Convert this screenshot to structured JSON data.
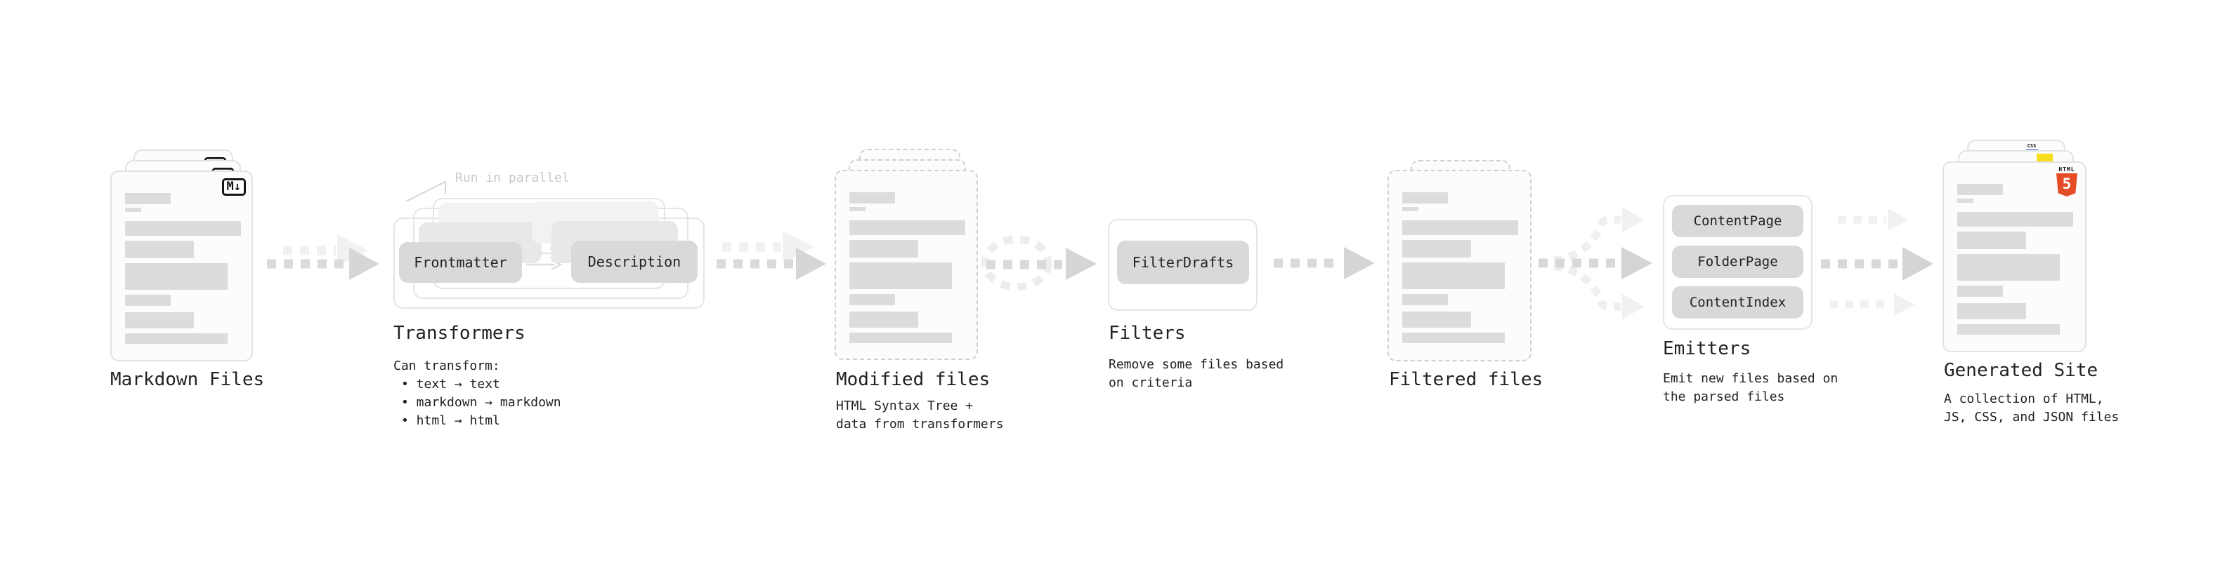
{
  "diagram": {
    "markdown_files": {
      "label": "Markdown Files",
      "badge": "M↓"
    },
    "transformers": {
      "label": "Transformers",
      "annotation": "Run in parallel",
      "left_button": "Frontmatter",
      "right_button": "Description",
      "desc_title": "Can transform:",
      "bullets": [
        "• text → text",
        "• markdown → markdown",
        "• html → html"
      ]
    },
    "modified_files": {
      "label": "Modified files",
      "desc": "HTML Syntax Tree +\ndata from transformers"
    },
    "filters": {
      "label": "Filters",
      "button": "FilterDrafts",
      "desc": "Remove some files based\non criteria"
    },
    "filtered_files": {
      "label": "Filtered files"
    },
    "emitters": {
      "label": "Emitters",
      "buttons": [
        "ContentPage",
        "FolderPage",
        "ContentIndex"
      ],
      "desc": "Emit new files based on\nthe parsed files"
    },
    "generated_site": {
      "label": "Generated Site",
      "desc": "A collection of HTML,\nJS, CSS, and JSON files",
      "badge_html_text": "HTML",
      "badge_html_number": "5",
      "badge_css": "CSS"
    },
    "colors": {
      "accent_html5": "#e44d26",
      "accent_js": "#f7df1e",
      "accent_css": "#2760e5"
    }
  }
}
